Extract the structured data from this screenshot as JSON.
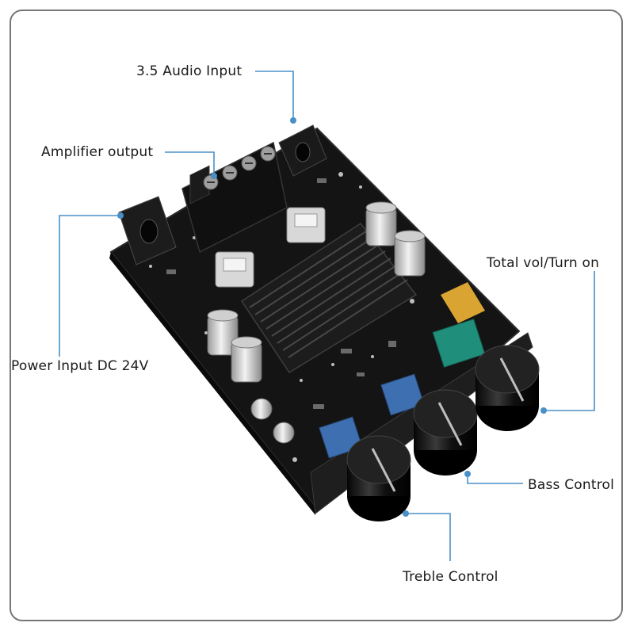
{
  "labels": {
    "audio_input": "3.5 Audio Input",
    "amplifier_output": "Amplifier output",
    "power_input": "Power Input DC 24V",
    "total_volume": "Total vol/Turn on",
    "bass_control": "Bass Control",
    "treble_control": "Treble Control"
  },
  "colors": {
    "leader_line": "#4a90c8",
    "frame": "#777777",
    "pcb": "#141414",
    "heatsink": "#1c1c1c",
    "pot_blue": "#3e6fb0",
    "pot_green": "#1f8e7a",
    "knob": "#0d0d0d"
  }
}
